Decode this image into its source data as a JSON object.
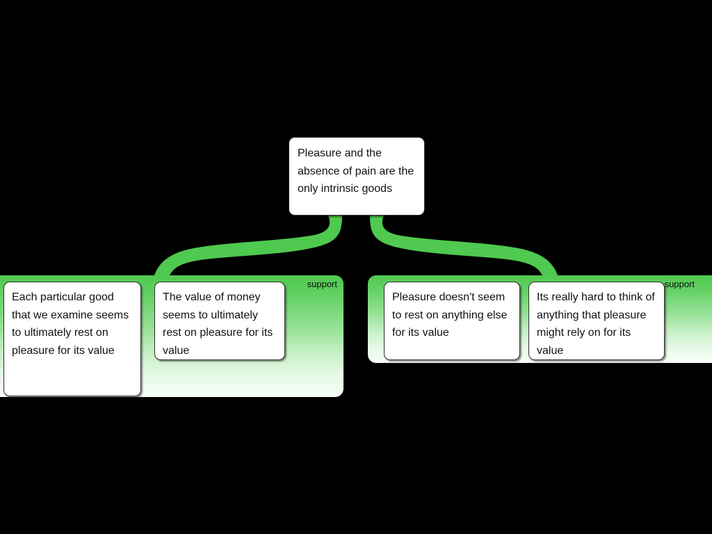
{
  "diagram": {
    "kind": "argument-map",
    "background_color": "#000000",
    "accent_green": "#4fc94f",
    "card_background": "#ffffff",
    "card_border": "#2b2b2b",
    "text_color": "#111111",
    "root": {
      "id": "root-claim",
      "text": "Pleasure and the absence of pain are the only intrinsic goods"
    },
    "groups": [
      {
        "id": "support-left",
        "relation_label": "support",
        "reasons": [
          {
            "id": "reason-left-1",
            "text": "Each particular good that we examine seems to ultimately rest on pleasure for its value"
          },
          {
            "id": "reason-left-2",
            "text": "The value of money seems to ultimately rest on pleasure for its value"
          }
        ]
      },
      {
        "id": "support-right",
        "relation_label": "support",
        "reasons": [
          {
            "id": "reason-right-1",
            "text": "Pleasure doesn't seem to rest on anything else for its value"
          },
          {
            "id": "reason-right-2",
            "text": "Its really hard to think of anything that pleasure might rely on for its value"
          }
        ]
      }
    ]
  }
}
